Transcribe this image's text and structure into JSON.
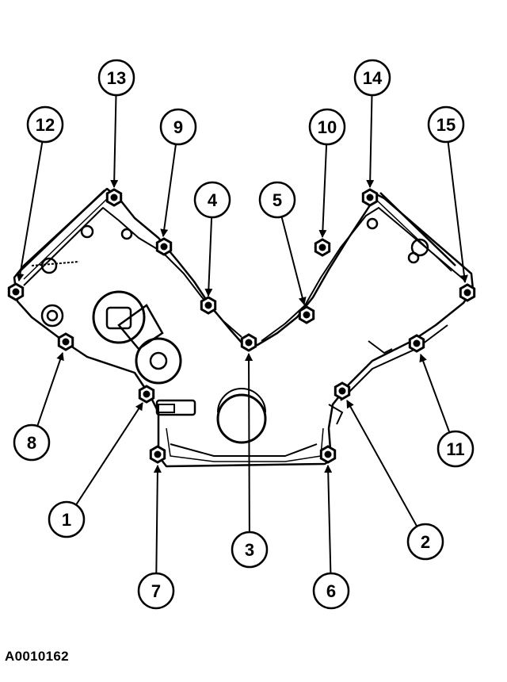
{
  "figure_id": "A0010162",
  "callouts": [
    {
      "label": "1"
    },
    {
      "label": "2"
    },
    {
      "label": "3"
    },
    {
      "label": "4"
    },
    {
      "label": "5"
    },
    {
      "label": "6"
    },
    {
      "label": "7"
    },
    {
      "label": "8"
    },
    {
      "label": "9"
    },
    {
      "label": "10"
    },
    {
      "label": "11"
    },
    {
      "label": "12"
    },
    {
      "label": "13"
    },
    {
      "label": "14"
    },
    {
      "label": "15"
    }
  ]
}
